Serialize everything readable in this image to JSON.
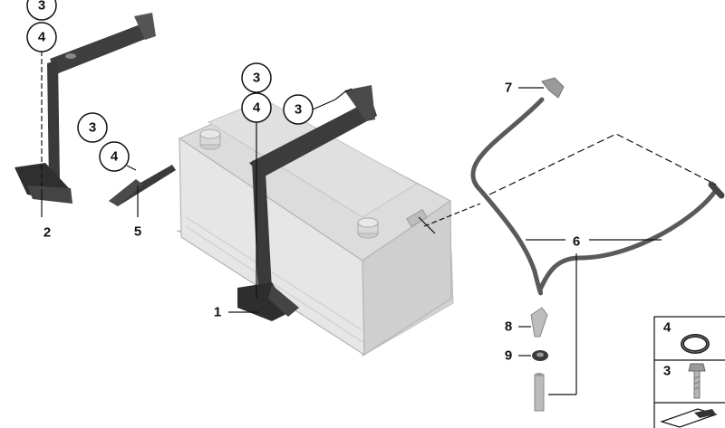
{
  "callouts": {
    "c_top_3": "3",
    "c_top_4": "4",
    "c_mid_3": "3",
    "c_mid_4": "4",
    "c_center_3": "3",
    "c_center_4": "4",
    "c_right_3": "3"
  },
  "labels": {
    "part_1": "1",
    "part_2": "2",
    "part_5": "5",
    "part_6": "6",
    "part_7": "7",
    "part_8": "8",
    "part_9": "9"
  },
  "legend": {
    "item_4": "4",
    "item_3": "3"
  },
  "colors": {
    "battery_fill": "#e3e3e3",
    "battery_stroke": "#b5b5b5",
    "bracket": "#3c3c3c",
    "hose": "#5a5a5a",
    "leader": "#111111"
  }
}
